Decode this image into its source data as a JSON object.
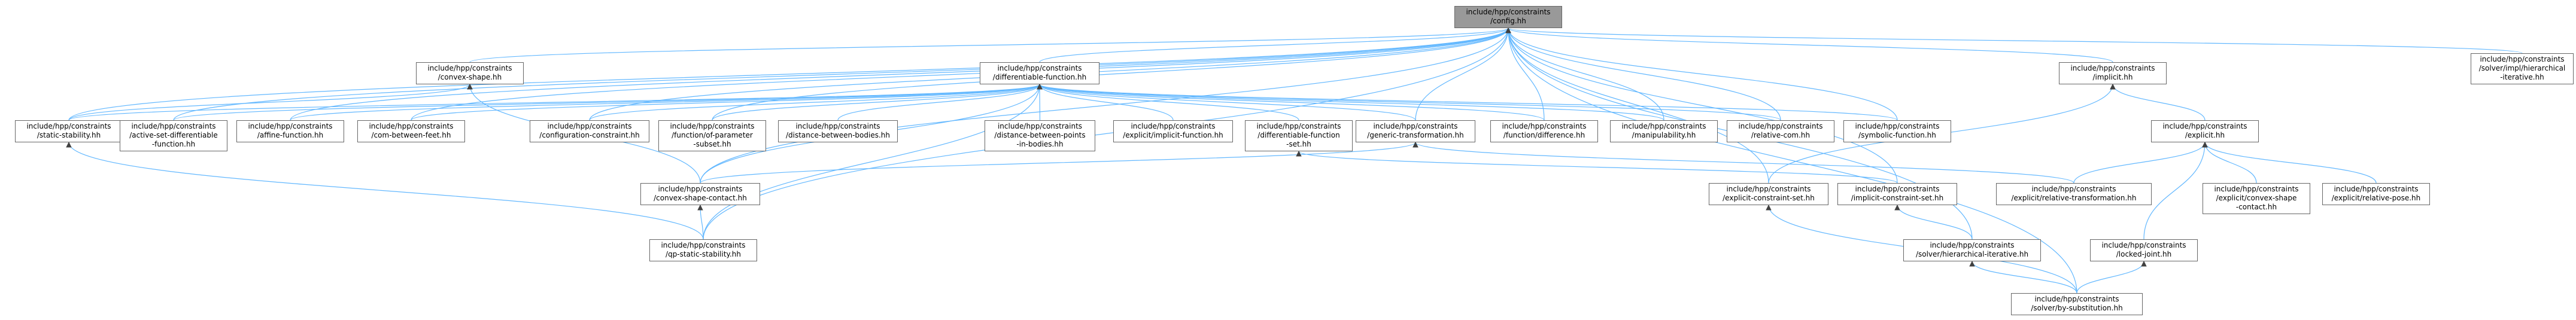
{
  "colors": {
    "edge": "#63b8ff",
    "edge_dark": "#404040",
    "node_border": "#666666",
    "root_fill": "#999999"
  },
  "nodes": [
    {
      "id": "config",
      "lines": [
        "include/hpp/constraints",
        "/config.hh"
      ],
      "root": true
    },
    {
      "id": "convex_shape",
      "lines": [
        "include/hpp/constraints",
        "/convex-shape.hh"
      ]
    },
    {
      "id": "diff_fn",
      "lines": [
        "include/hpp/constraints",
        "/differentiable-function.hh"
      ]
    },
    {
      "id": "implicit",
      "lines": [
        "include/hpp/constraints",
        "/implicit.hh"
      ]
    },
    {
      "id": "solver_impl",
      "lines": [
        "include/hpp/constraints",
        "/solver/impl/hierarchical",
        "-iterative.hh"
      ]
    },
    {
      "id": "static_stab",
      "lines": [
        "include/hpp/constraints",
        "/static-stability.hh"
      ]
    },
    {
      "id": "active_set",
      "lines": [
        "include/hpp/constraints",
        "/active-set-differentiable",
        "-function.hh"
      ]
    },
    {
      "id": "affine",
      "lines": [
        "include/hpp/constraints",
        "/affine-function.hh"
      ]
    },
    {
      "id": "com_feet",
      "lines": [
        "include/hpp/constraints",
        "/com-between-feet.hh"
      ]
    },
    {
      "id": "config_constraint",
      "lines": [
        "include/hpp/constraints",
        "/configuration-constraint.hh"
      ]
    },
    {
      "id": "fn_param_subset",
      "lines": [
        "include/hpp/constraints",
        "/function/of-parameter",
        "-subset.hh"
      ]
    },
    {
      "id": "dist_bodies",
      "lines": [
        "include/hpp/constraints",
        "/distance-between-bodies.hh"
      ]
    },
    {
      "id": "dist_points",
      "lines": [
        "include/hpp/constraints",
        "/distance-between-points",
        "-in-bodies.hh"
      ]
    },
    {
      "id": "explicit_implicit",
      "lines": [
        "include/hpp/constraints",
        "/explicit/implicit-function.hh"
      ]
    },
    {
      "id": "diff_fn_set",
      "lines": [
        "include/hpp/constraints",
        "/differentiable-function",
        "-set.hh"
      ]
    },
    {
      "id": "generic_transf",
      "lines": [
        "include/hpp/constraints",
        "/generic-transformation.hh"
      ]
    },
    {
      "id": "fn_difference",
      "lines": [
        "include/hpp/constraints",
        "/function/difference.hh"
      ]
    },
    {
      "id": "manipulability",
      "lines": [
        "include/hpp/constraints",
        "/manipulability.hh"
      ]
    },
    {
      "id": "relative_com",
      "lines": [
        "include/hpp/constraints",
        "/relative-com.hh"
      ]
    },
    {
      "id": "symbolic_fn",
      "lines": [
        "include/hpp/constraints",
        "/symbolic-function.hh"
      ]
    },
    {
      "id": "explicit",
      "lines": [
        "include/hpp/constraints",
        "/explicit.hh"
      ]
    },
    {
      "id": "convex_contact",
      "lines": [
        "include/hpp/constraints",
        "/convex-shape-contact.hh"
      ]
    },
    {
      "id": "explicit_cs",
      "lines": [
        "include/hpp/constraints",
        "/explicit-constraint-set.hh"
      ]
    },
    {
      "id": "implicit_cs",
      "lines": [
        "include/hpp/constraints",
        "/implicit-constraint-set.hh"
      ]
    },
    {
      "id": "explicit_rel_transf",
      "lines": [
        "include/hpp/constraints",
        "/explicit/relative-transformation.hh"
      ]
    },
    {
      "id": "explicit_convex_contact",
      "lines": [
        "include/hpp/constraints",
        "/explicit/convex-shape",
        "-contact.hh"
      ]
    },
    {
      "id": "explicit_rel_pose",
      "lines": [
        "include/hpp/constraints",
        "/explicit/relative-pose.hh"
      ]
    },
    {
      "id": "qp_static",
      "lines": [
        "include/hpp/constraints",
        "/qp-static-stability.hh"
      ]
    },
    {
      "id": "solver_hier",
      "lines": [
        "include/hpp/constraints",
        "/solver/hierarchical-iterative.hh"
      ]
    },
    {
      "id": "locked_joint",
      "lines": [
        "include/hpp/constraints",
        "/locked-joint.hh"
      ]
    },
    {
      "id": "solver_subst",
      "lines": [
        "include/hpp/constraints",
        "/solver/by-substitution.hh"
      ]
    }
  ]
}
